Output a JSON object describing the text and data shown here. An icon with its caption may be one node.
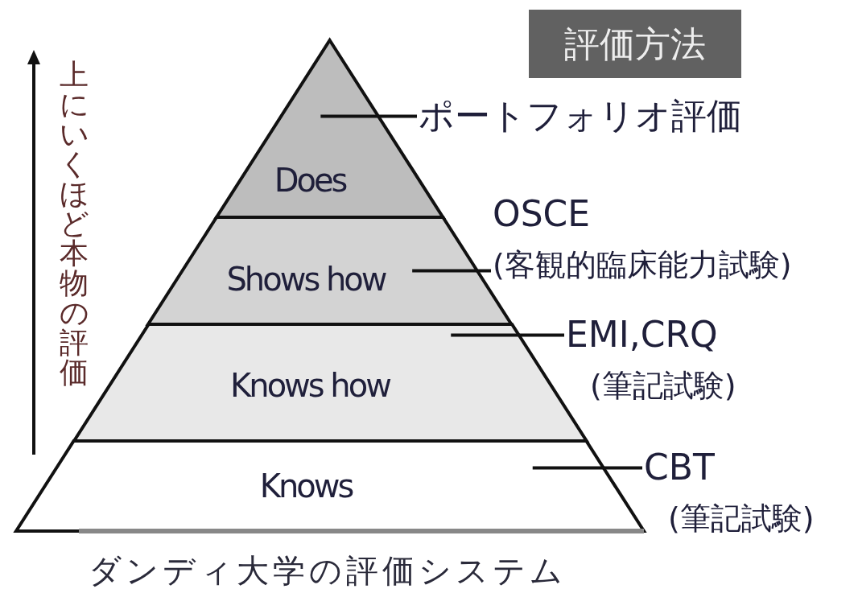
{
  "diagram": {
    "caption": "ダンディ大学の評価システム",
    "nodes": [
      {
        "text": [
          "Does"
        ]
      },
      {
        "text": [
          "Shows how"
        ]
      },
      {
        "text": [
          "Knows how"
        ]
      },
      {
        "text": [
          "Knows"
        ]
      },
      {
        "text": [
          "評価方法"
        ]
      },
      {
        "text": [
          "ポートフォリオ評価"
        ]
      },
      {
        "text": [
          "OSCE",
          "(客観的臨床能力試験)"
        ]
      },
      {
        "text": [
          "EMI,CRQ",
          "(筆記試験)"
        ]
      },
      {
        "text": [
          "CBT",
          "(筆記試験)"
        ]
      }
    ],
    "edges": [
      {
        "from": 5,
        "to": 0,
        "arrow": "none"
      },
      {
        "from": 6,
        "to": 1,
        "arrow": "none"
      },
      {
        "from": 7,
        "to": 2,
        "arrow": "none"
      },
      {
        "from": 8,
        "to": 3,
        "arrow": "none"
      }
    ],
    "labels": [
      "上にいくほど本物の評価"
    ]
  }
}
